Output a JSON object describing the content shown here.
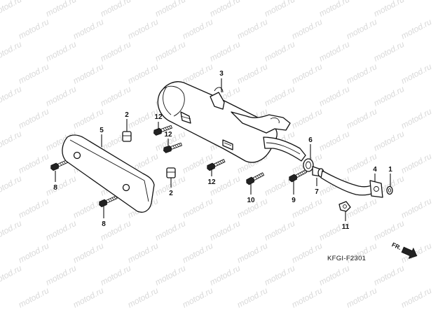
{
  "watermark": "motod.ru",
  "diagram_code": "KFGI-F2301",
  "front_label": "FR.",
  "callouts": {
    "c1": "1",
    "c2a": "2",
    "c2b": "2",
    "c3": "3",
    "c4": "4",
    "c5": "5",
    "c6": "6",
    "c7": "7",
    "c8a": "8",
    "c8b": "8",
    "c9": "9",
    "c10": "10",
    "c11": "11",
    "c12a": "12",
    "c12b": "12",
    "c12c": "12"
  },
  "colors": {
    "line": "#111111",
    "watermark": "#d9d9d9",
    "background": "#ffffff"
  }
}
